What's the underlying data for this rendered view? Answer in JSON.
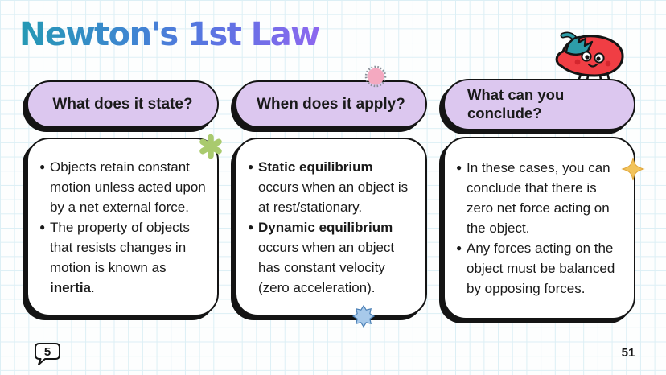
{
  "title": "Newton's 1st Law",
  "theme": {
    "title_gradient": [
      "#2499b4",
      "#3f85d2",
      "#8d67ef"
    ],
    "pill_background": "#dcc7ef",
    "outline_black": "#141414",
    "grid_line": "#dceff5",
    "card_background": "#ffffff"
  },
  "columns": [
    {
      "header": "What does it state?",
      "bullets": [
        [
          {
            "text": "Objects retain constant motion unless acted upon by a net external force."
          }
        ],
        [
          {
            "text": "The property of objects that resists changes in motion is known as "
          },
          {
            "text": "inertia",
            "bold": true
          },
          {
            "text": "."
          }
        ]
      ]
    },
    {
      "header": "When does it apply?",
      "bullets": [
        [
          {
            "text": "Static equilibrium",
            "bold": true
          },
          {
            "text": " occurs when an object is at rest/stationary."
          }
        ],
        [
          {
            "text": "Dynamic equilibrium",
            "bold": true
          },
          {
            "text": " occurs when an object has constant velocity (zero acceleration)."
          }
        ]
      ]
    },
    {
      "header": "What can you conclude?",
      "bullets": [
        [
          {
            "text": "In these cases, you can conclude that there is zero net force acting on the object."
          }
        ],
        [
          {
            "text": "Any forces acting on the object must be balanced by opposing forces."
          }
        ]
      ]
    }
  ],
  "decorations": {
    "asterisk_color": "#a9ca6e",
    "scallop_fill": "#f4a9c0",
    "scallop_edge": "#8a8f98",
    "burst_fill": "#a7c9ea",
    "sparkle_color": "#f2c35b",
    "pepper_body": "#f03e44",
    "pepper_stem": "#2d9da8"
  },
  "footer": {
    "page_badge": "5",
    "page_number": "51"
  }
}
